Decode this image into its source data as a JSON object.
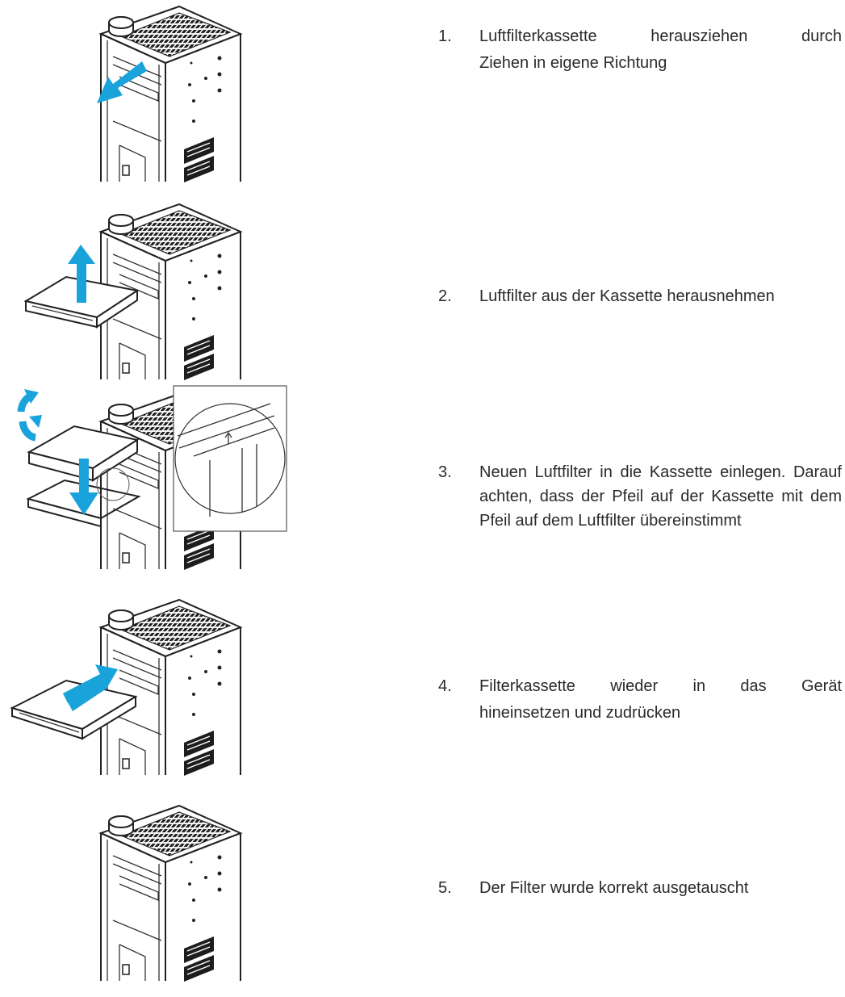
{
  "steps": [
    {
      "number": "1.",
      "text": "Luftfilterkassette herausziehen durch",
      "text2": "Ziehen in eigene Richtung"
    },
    {
      "number": "2.",
      "text": "Luftfilter aus der Kassette herausnehmen"
    },
    {
      "number": "3.",
      "text": "Neuen Luftfilter in die Kassette einlegen. Darauf achten, dass der Pfeil auf der Kassette mit dem Pfeil auf dem Luftfilter übereinstimmt"
    },
    {
      "number": "4.",
      "text": "Filterkassette wieder in das Gerät",
      "text2": "hineinsetzen und zudrücken"
    },
    {
      "number": "5.",
      "text": "Der Filter wurde korrekt ausgetauscht"
    }
  ],
  "colors": {
    "arrow": "#1aa3db",
    "line": "#222222"
  },
  "icons": [
    "device-illustration",
    "pull-arrow-icon",
    "lift-arrow-icon",
    "rotate-arrows-icon",
    "insert-arrow-icon",
    "detail-magnifier"
  ]
}
